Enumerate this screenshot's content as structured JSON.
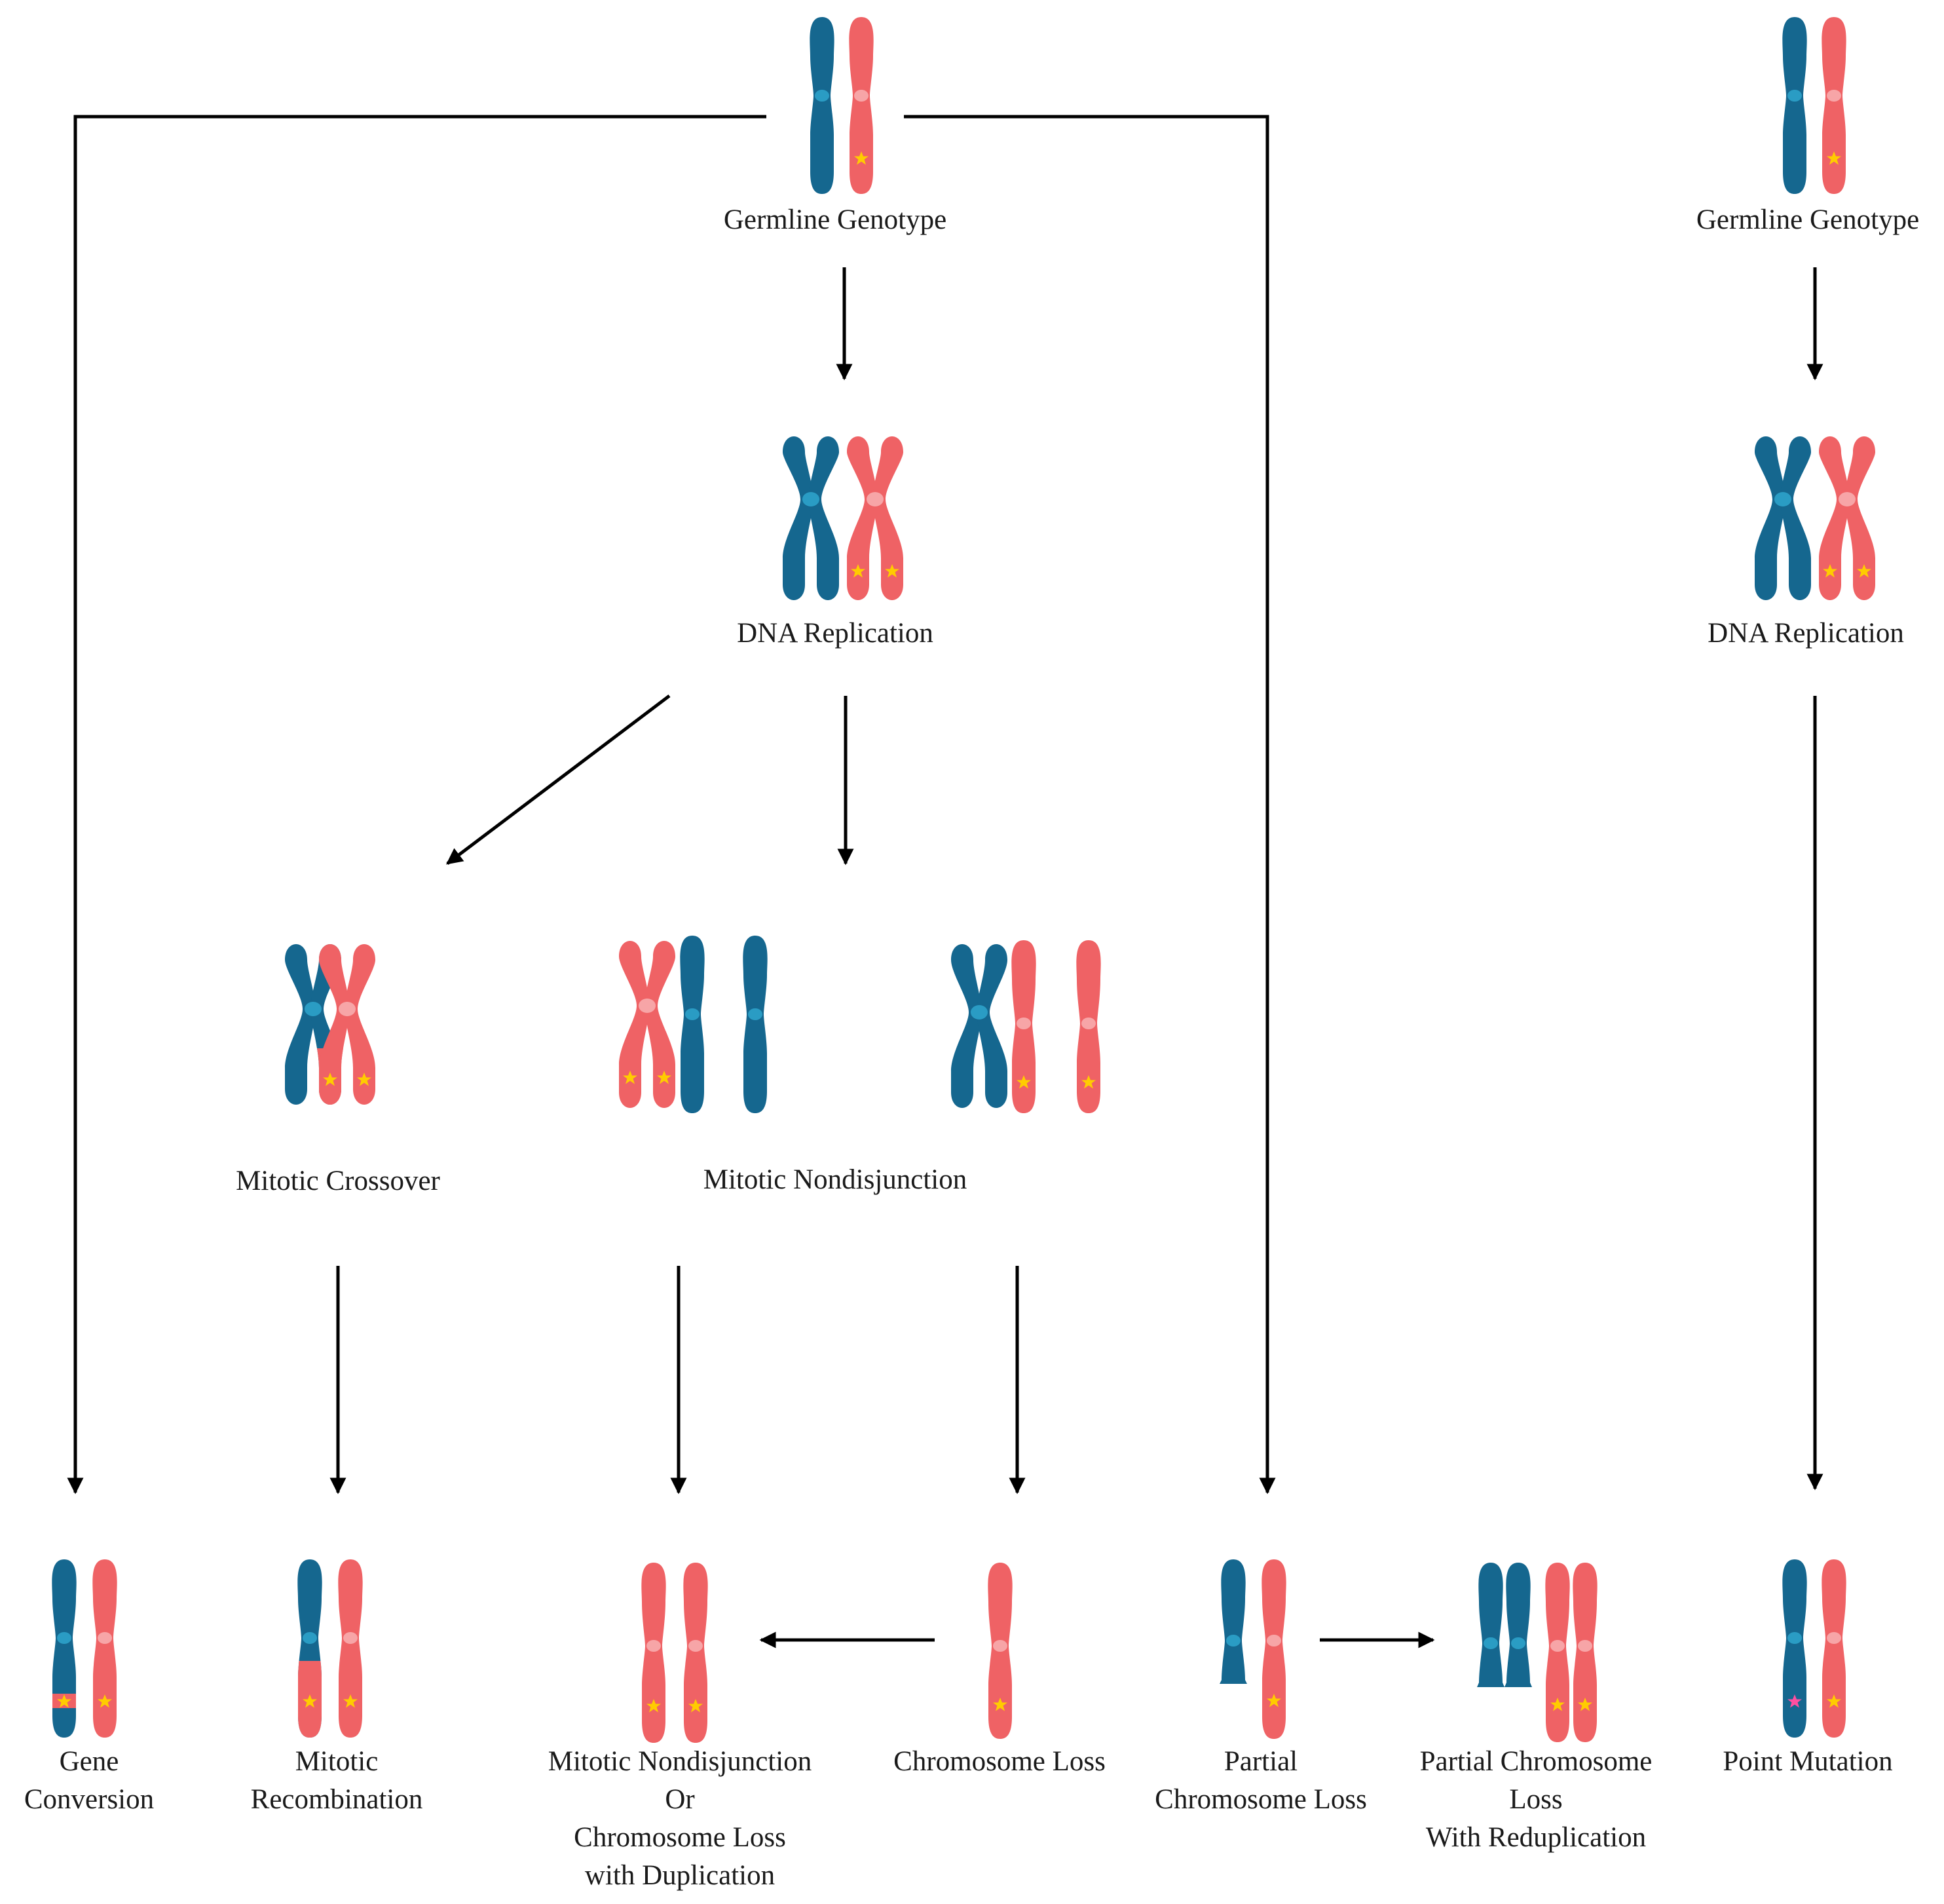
{
  "colors": {
    "maternal": "#15678f",
    "paternal": "#ef6265",
    "centromere_maternal": "#2a9cc4",
    "centromere_paternal": "#f7a5a7",
    "mutation_star": "#ffcc00",
    "point_mutation_star": "#ff4fa0",
    "arrow": "#000000"
  },
  "labels": {
    "germline_left": "Germline Genotype",
    "germline_right": "Germline Genotype",
    "dna_replication_left": "DNA Replication",
    "dna_replication_right": "DNA Replication",
    "mitotic_crossover": "Mitotic Crossover",
    "mitotic_nondisjunction": "Mitotic Nondisjunction",
    "gene_conversion": [
      "Gene",
      "Conversion"
    ],
    "mitotic_recombination": [
      "Mitotic",
      "Recombination"
    ],
    "nondisjunction_or_loss": [
      "Mitotic Nondisjunction",
      "Or",
      "Chromosome Loss",
      "with Duplication"
    ],
    "chromosome_loss": "Chromosome Loss",
    "partial_loss": [
      "Partial",
      "Chromosome Loss"
    ],
    "partial_loss_redup": [
      "Partial Chromosome",
      "Loss",
      "With Reduplication"
    ],
    "point_mutation": "Point Mutation"
  }
}
